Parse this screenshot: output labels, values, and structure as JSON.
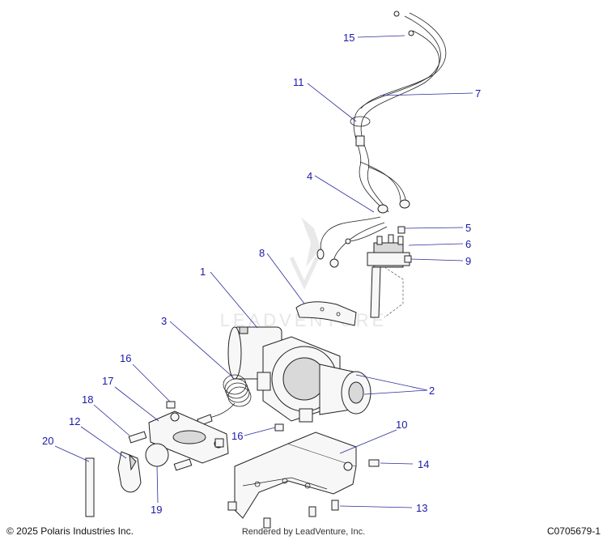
{
  "watermark": "LEADVENTURE",
  "callouts": [
    {
      "id": "callout-1",
      "label": "1"
    },
    {
      "id": "callout-2",
      "label": "2"
    },
    {
      "id": "callout-3",
      "label": "3"
    },
    {
      "id": "callout-4",
      "label": "4"
    },
    {
      "id": "callout-5",
      "label": "5"
    },
    {
      "id": "callout-6",
      "label": "6"
    },
    {
      "id": "callout-7",
      "label": "7"
    },
    {
      "id": "callout-8",
      "label": "8"
    },
    {
      "id": "callout-9",
      "label": "9"
    },
    {
      "id": "callout-10",
      "label": "10"
    },
    {
      "id": "callout-11",
      "label": "11"
    },
    {
      "id": "callout-12",
      "label": "12"
    },
    {
      "id": "callout-13",
      "label": "13"
    },
    {
      "id": "callout-14",
      "label": "14"
    },
    {
      "id": "callout-15",
      "label": "15"
    },
    {
      "id": "callout-16a",
      "label": "16"
    },
    {
      "id": "callout-16b",
      "label": "16"
    },
    {
      "id": "callout-17",
      "label": "17"
    },
    {
      "id": "callout-18",
      "label": "18"
    },
    {
      "id": "callout-19",
      "label": "19"
    },
    {
      "id": "callout-20",
      "label": "20"
    }
  ],
  "footer": {
    "copyright": "© 2025 Polaris Industries Inc.",
    "rendered_by": "Rendered by LeadVenture, Inc.",
    "diagram_code": "C0705679-1"
  }
}
